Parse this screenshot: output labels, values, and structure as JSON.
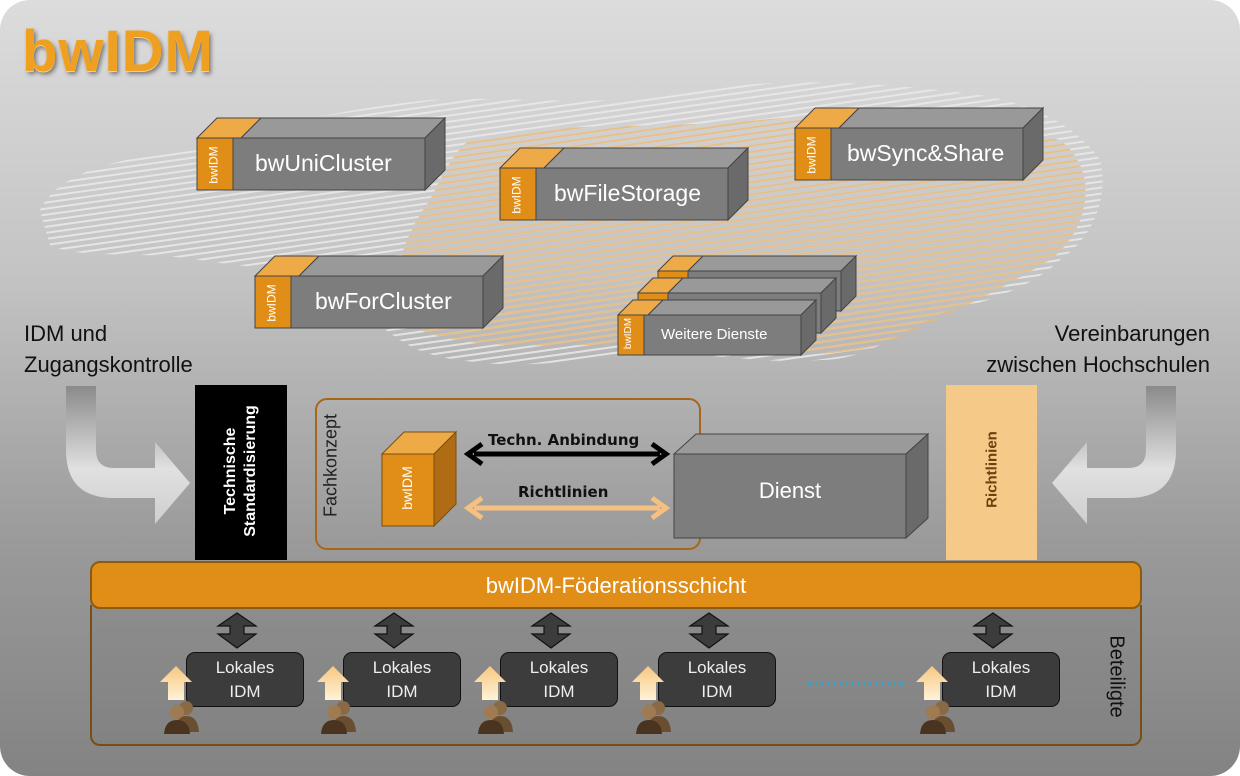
{
  "title": "bwIDM",
  "colors": {
    "orange": "#e18e18",
    "orange_light": "#f0a640",
    "box_gray": "#7d7d7d",
    "peach": "#f5c988",
    "dark_box": "#3c3c3c",
    "dots": "#3aa0c0"
  },
  "services": [
    {
      "tag": "bwIDM",
      "name": "bwUniCluster"
    },
    {
      "tag": "bwIDM",
      "name": "bwFileStorage"
    },
    {
      "tag": "bwIDM",
      "name": "bwSync&Share"
    },
    {
      "tag": "bwIDM",
      "name": "bwForCluster"
    },
    {
      "tag": "bwIDM",
      "name": "Weitere Dienste"
    }
  ],
  "left_label": {
    "line1": "IDM und",
    "line2": "Zugangskontrolle"
  },
  "right_label": {
    "line1": "Vereinbarungen",
    "line2": "zwischen Hochschulen"
  },
  "tech_bar": {
    "line1": "Technische",
    "line2": "Standardisierung"
  },
  "policy_bar": {
    "label": "Richtlinien"
  },
  "fachkonzept": {
    "label": "Fachkonzept",
    "cube_tag": "bwIDM",
    "arrow_top": "Techn. Anbindung",
    "arrow_bottom": "Richtlinien",
    "service": "Dienst"
  },
  "federation": {
    "label": "bwIDM-Föderationsschicht"
  },
  "participants": {
    "label": "Beteiligte",
    "local_idms": [
      {
        "line1": "Lokales",
        "line2": "IDM"
      },
      {
        "line1": "Lokales",
        "line2": "IDM"
      },
      {
        "line1": "Lokales",
        "line2": "IDM"
      },
      {
        "line1": "Lokales",
        "line2": "IDM"
      },
      {
        "line1": "Lokales",
        "line2": "IDM"
      }
    ]
  }
}
